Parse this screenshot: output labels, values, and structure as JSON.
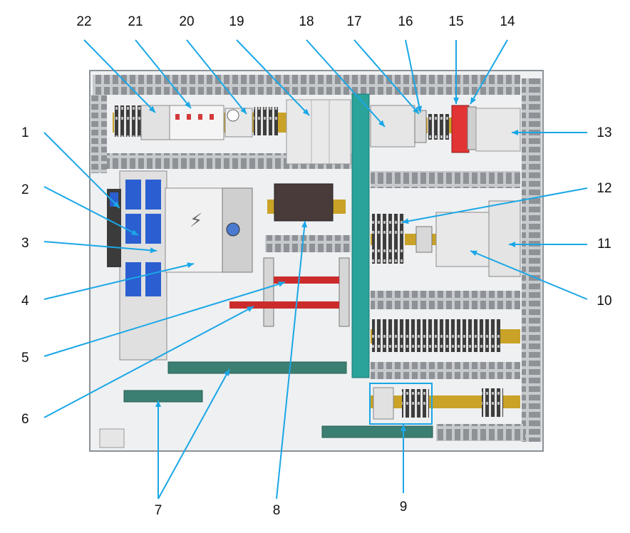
{
  "colors": {
    "leader": "#1aa7e6",
    "panel_bg": "#f2f3f5",
    "panel_border": "#9aa0a6",
    "duct": "#b9bcc0",
    "teal": "#2aa39a",
    "brass": "#c9a227",
    "red_bar": "#cc2b2b",
    "blue_fuse": "#2b5fd1",
    "red_device": "#e23434",
    "highlight_box": "#1aa7e6"
  },
  "callouts": [
    {
      "id": "1",
      "label": "1"
    },
    {
      "id": "2",
      "label": "2"
    },
    {
      "id": "3",
      "label": "3"
    },
    {
      "id": "4",
      "label": "4"
    },
    {
      "id": "5",
      "label": "5"
    },
    {
      "id": "6",
      "label": "6"
    },
    {
      "id": "7",
      "label": "7"
    },
    {
      "id": "8",
      "label": "8"
    },
    {
      "id": "9",
      "label": "9"
    },
    {
      "id": "10",
      "label": "10"
    },
    {
      "id": "11",
      "label": "11"
    },
    {
      "id": "12",
      "label": "12"
    },
    {
      "id": "13",
      "label": "13"
    },
    {
      "id": "14",
      "label": "14"
    },
    {
      "id": "15",
      "label": "15"
    },
    {
      "id": "16",
      "label": "16"
    },
    {
      "id": "17",
      "label": "17"
    },
    {
      "id": "18",
      "label": "18"
    },
    {
      "id": "19",
      "label": "19"
    },
    {
      "id": "20",
      "label": "20"
    },
    {
      "id": "21",
      "label": "21"
    },
    {
      "id": "22",
      "label": "22"
    }
  ]
}
